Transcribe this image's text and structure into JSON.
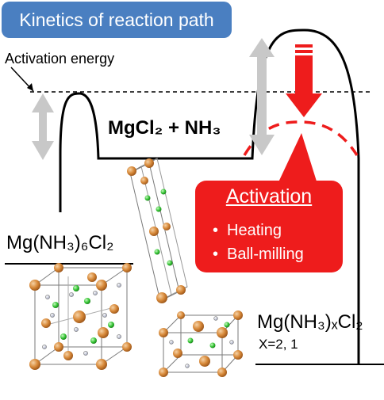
{
  "title": "Kinetics of reaction path",
  "labels": {
    "activation_energy": "Activation energy",
    "intermediate": "MgCl₂ + NH₃",
    "reactant": "Mg(NH₃)₆Cl₂",
    "product": "Mg(NH₃)ₓCl₂",
    "product_condition": "X=2, 1"
  },
  "activation": {
    "heading": "Activation",
    "methods": [
      "Heating",
      "Ball-milling"
    ],
    "bullet": "•"
  },
  "colors": {
    "title_bg": "#4a7fc1",
    "activation_red": "#ee1c1c",
    "mg_atom": "#c87a2e",
    "cl_atom": "#2ec42e",
    "n_atom": "#b8bccc",
    "double_arrow": "#c8c8c8"
  },
  "icons": [
    "double-arrow-icon",
    "down-arrow-icon",
    "crystal-structure-icon"
  ]
}
